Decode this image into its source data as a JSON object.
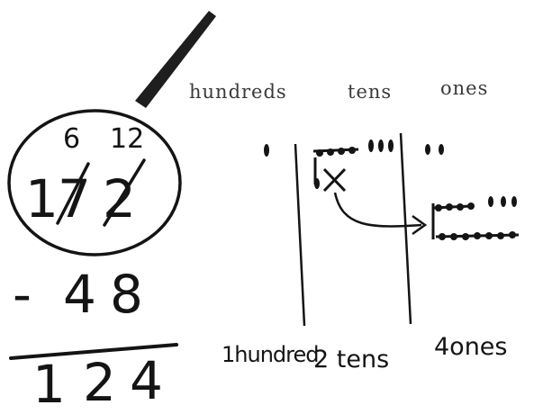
{
  "headers": {
    "hundreds": "hundreds",
    "tens": "tens",
    "ones": "ones"
  },
  "problem": {
    "minuend": [
      "1",
      "7",
      "2"
    ],
    "regrouped_tens": "6",
    "regrouped_ones": "12",
    "subtrahend_sign": "-",
    "subtrahend": [
      "4",
      "8"
    ],
    "difference": [
      "1",
      "2",
      "4"
    ]
  },
  "answer_labels": {
    "hundreds": "1hundred",
    "tens": "2 tens",
    "ones": "4ones"
  },
  "ink_color": "#141414",
  "magnifier_color": "#1e1e1e"
}
